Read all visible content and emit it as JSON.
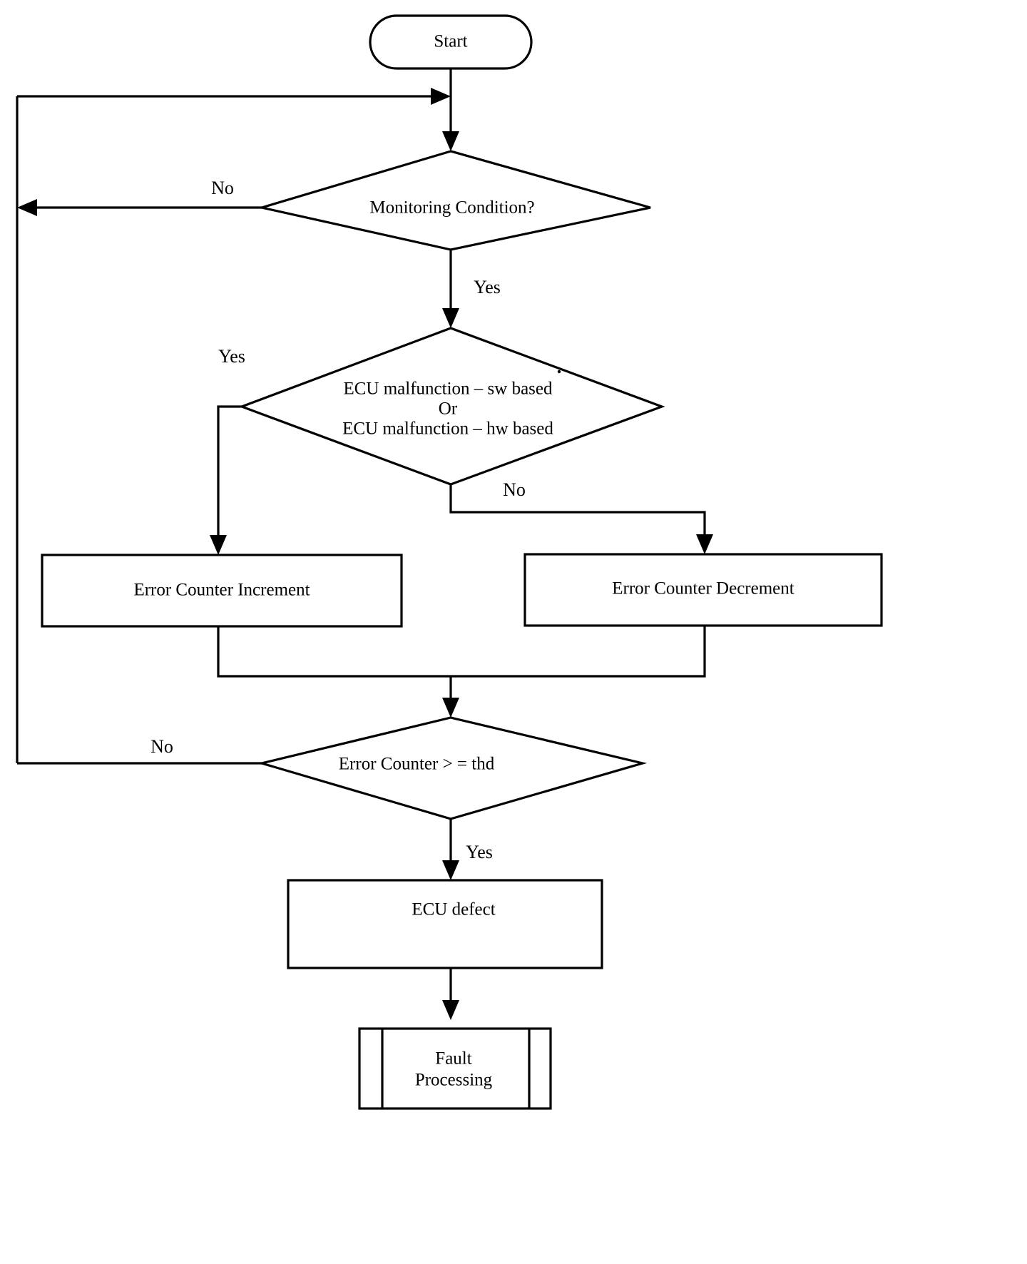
{
  "diagram": {
    "type": "flowchart",
    "title": "ECU error counter monitoring flowchart",
    "orientation": "top-to-bottom",
    "background_color": "#ffffff",
    "line_color": "#000000",
    "text_color": "#000000"
  },
  "nodes": {
    "start": {
      "label": "Start",
      "shape": "terminator"
    },
    "monitoring_condition": {
      "label": "Monitoring Condition?",
      "shape": "decision"
    },
    "ecu_malfunction": {
      "shape": "decision",
      "line1": "ECU malfunction – sw based",
      "line2": "Or",
      "line3": "ECU malfunction – hw based"
    },
    "error_counter_increment": {
      "label": "Error Counter Increment",
      "shape": "process"
    },
    "error_counter_decrement": {
      "label": "Error Counter Decrement",
      "shape": "process"
    },
    "error_counter_threshold": {
      "label": "Error Counter > = thd",
      "shape": "decision"
    },
    "ecu_defect": {
      "label": "ECU defect",
      "shape": "process"
    },
    "fault_processing": {
      "shape": "predefined-process",
      "line1": "Fault",
      "line2": "Processing"
    }
  },
  "edge_labels": {
    "monitoring_no": "No",
    "monitoring_yes": "Yes",
    "malfunction_yes": "Yes",
    "malfunction_no": "No",
    "threshold_no": "No",
    "threshold_yes": "Yes"
  }
}
